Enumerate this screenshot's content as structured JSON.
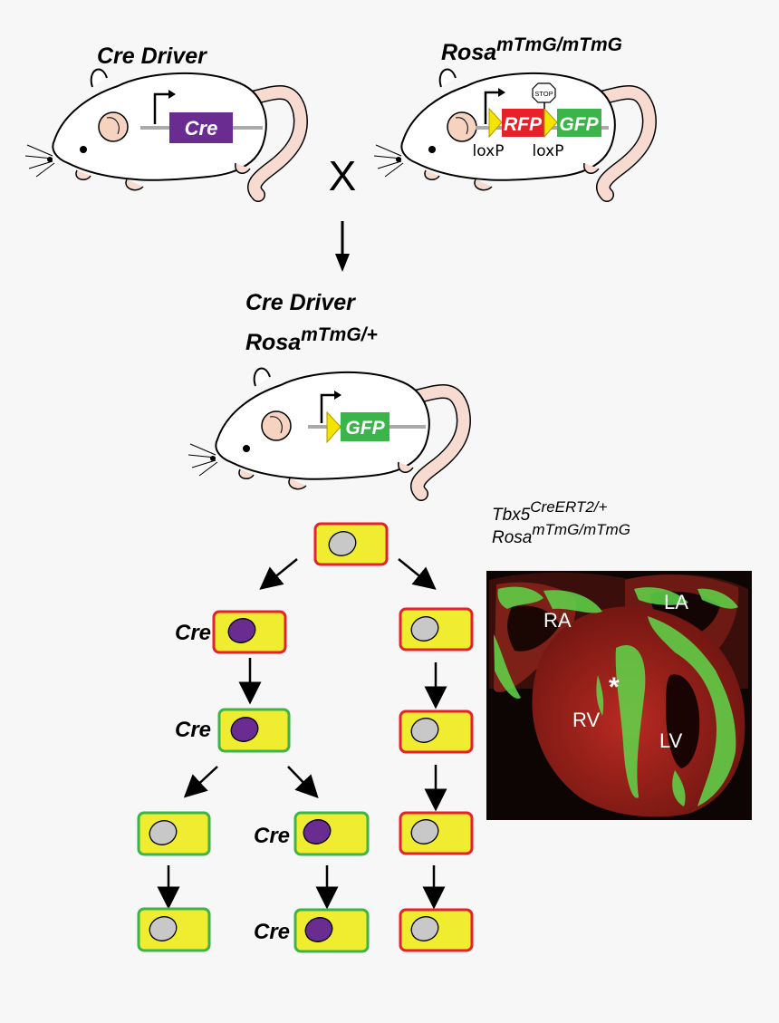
{
  "cross": {
    "left_title": "Cre Driver",
    "right_title_base": "Rosa",
    "right_title_sup": "mTmG/mTmG",
    "cross_symbol": "X"
  },
  "constructs": {
    "cre_gene": "Cre",
    "rfp_gene": "RFP",
    "gfp_gene": "GFP",
    "stop_sign": "STOP",
    "loxp_1": "loxP",
    "loxp_2": "loxP"
  },
  "offspring": {
    "line1": "Cre Driver",
    "line2_base": "Rosa",
    "line2_sup": "mTmG/+",
    "gene": "GFP"
  },
  "lineage": {
    "cre_label": "Cre"
  },
  "heart_image": {
    "genotype_line1_base": "Tbx5",
    "genotype_line1_sup": "CreERT2/+",
    "genotype_line2_base": "Rosa",
    "genotype_line2_sup": "mTmG/mTmG",
    "labels": {
      "ra": "RA",
      "la": "LA",
      "rv": "RV",
      "lv": "LV",
      "asterisk": "*"
    }
  },
  "colors": {
    "cre_purple": "#6a2c91",
    "rfp_red": "#e8202a",
    "gfp_green": "#3bb54a",
    "loxp_yellow": "#f5e400",
    "cell_fill": "#f0ec30",
    "cell_red_border": "#e8202a",
    "cell_green_border": "#3bb54a",
    "nucleus_gray": "#c8c8c8",
    "mouse_ear": "#f5d3c0",
    "mouse_tail": "#f7dbd0"
  }
}
